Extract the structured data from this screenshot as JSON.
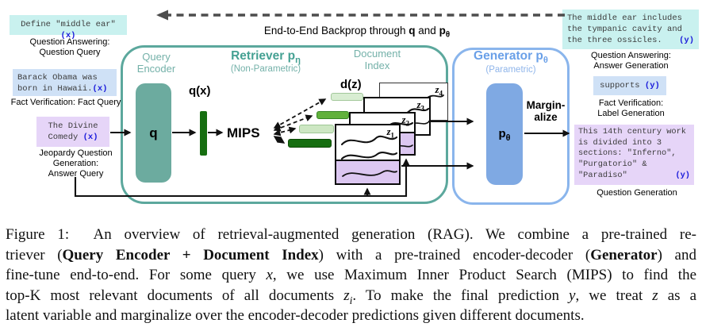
{
  "palette": {
    "cyan_box": "#c9f1ef",
    "blue_box": "#cfe1f6",
    "purple_box": "#e6d5f8",
    "doc_purple": "#dcc7f1",
    "teal_border": "#5ca89d",
    "teal_fill": "#6cab9f",
    "teal_text": "#74b1a9",
    "teal_title": "#45a193",
    "blue_border": "#8ab5ec",
    "blue_fill": "#7fa9e3",
    "blue_soft": "#8fb5ea",
    "blue_title": "#6aa0e8",
    "dark_green": "#166e10",
    "mid_green": "#61b13c",
    "pale_green": "#d8edd2",
    "pale_green2": "#cde7c3",
    "var_blue": "#1c1cdb",
    "dash_gray": "#4d4d4d"
  },
  "left": {
    "qa_box": {
      "text": "Define \"middle ear\"",
      "var": "(x)"
    },
    "qa_label_1": "Question Answering:",
    "qa_label_2": "Question Query",
    "fv_box": {
      "line1": "Barack Obama was",
      "line2": "born in Hawaii.",
      "var": "(x)"
    },
    "fv_label": "Fact Verification: Fact Query",
    "jq_box": {
      "line1": "The Divine",
      "line2": "Comedy",
      "var": "(x)"
    },
    "jq_label_1": "Jeopardy Question",
    "jq_label_2": "Generation:",
    "jq_label_3": "Answer Query"
  },
  "backprop_label": [
    {
      "t": "End-to-End Backprop through "
    },
    {
      "t": "q",
      "b": 1
    },
    {
      "t": " and "
    },
    {
      "t": "p",
      "b": 1
    },
    {
      "t": "θ",
      "b": 1,
      "s": 1
    }
  ],
  "retriever": {
    "title": [
      {
        "t": "Retriever p",
        "b": 1
      },
      {
        "t": "η",
        "b": 1,
        "s": 1
      }
    ],
    "subtitle": "(Non-Parametric)",
    "encoder_label_1": "Query",
    "encoder_label_2": "Encoder",
    "q": "q",
    "qx": "q(x)",
    "mips": "MIPS",
    "dz": "d(z)",
    "index_label_1": "Document",
    "index_label_2": "Index",
    "doc_labels": [
      [
        {
          "t": "z",
          "b": 1,
          "i": 1
        },
        {
          "t": "1",
          "b": 1,
          "s": 1
        }
      ],
      [
        {
          "t": "z",
          "b": 1,
          "i": 1
        },
        {
          "t": "2",
          "b": 1,
          "s": 1
        }
      ],
      [
        {
          "t": "z",
          "b": 1,
          "i": 1
        },
        {
          "t": "3",
          "b": 1,
          "s": 1
        }
      ],
      [
        {
          "t": "z",
          "b": 1,
          "i": 1
        },
        {
          "t": "4",
          "b": 1,
          "s": 1
        }
      ]
    ]
  },
  "generator": {
    "title": [
      {
        "t": "Generator p",
        "b": 1
      },
      {
        "t": "θ",
        "b": 1,
        "s": 1
      }
    ],
    "subtitle": "(Parametric)",
    "p_label": [
      {
        "t": "p",
        "b": 1
      },
      {
        "t": "θ",
        "b": 1,
        "s": 1
      }
    ],
    "marginalize_1": "Margin-",
    "marginalize_2": "alize"
  },
  "right": {
    "qa_box": {
      "line1": "The middle ear includes",
      "line2": "the tympanic cavity and",
      "line3": "the three ossicles.",
      "var": "(y)"
    },
    "qa_label_1": "Question Answering:",
    "qa_label_2": "Answer Generation",
    "fv_box": {
      "text": "supports",
      "var": "(y)"
    },
    "fv_label_1": "Fact Verification:",
    "fv_label_2": "Label Generation",
    "qg_box": {
      "line1": "This 14th century work",
      "line2": "is divided into 3",
      "line3": "sections: \"Inferno\",",
      "line4": "\"Purgatorio\" &",
      "line5": "\"Paradiso\"",
      "var": "(y)"
    },
    "qg_label": "Question Generation"
  },
  "caption": {
    "line1": [
      {
        "t": "Figure 1:  An overview of retrieval-augmented generation (RAG). We combine a pre-trained re-"
      }
    ],
    "line2": [
      {
        "t": "triever ("
      },
      {
        "t": "Query Encoder + Document Index",
        "b": 1
      },
      {
        "t": ") with a pre-trained encoder-decoder ("
      },
      {
        "t": "Generator",
        "b": 1
      },
      {
        "t": ") and"
      }
    ],
    "line3": [
      {
        "t": "fine-tune end-to-end. For some query "
      },
      {
        "t": "x",
        "i": 1
      },
      {
        "t": ", we use Maximum Inner Product Search (MIPS) to find the"
      }
    ],
    "line4": [
      {
        "t": "top-K most relevant documents of all documents "
      },
      {
        "t": "z",
        "i": 1
      },
      {
        "t": "i",
        "i": 1,
        "s": 1
      },
      {
        "t": ". To make the final prediction "
      },
      {
        "t": "y",
        "i": 1
      },
      {
        "t": ", we treat "
      },
      {
        "t": "z",
        "i": 1
      },
      {
        "t": " as a"
      }
    ],
    "line5": [
      {
        "t": "latent variable and marginalize over the encoder-decoder predictions given different documents."
      }
    ]
  }
}
